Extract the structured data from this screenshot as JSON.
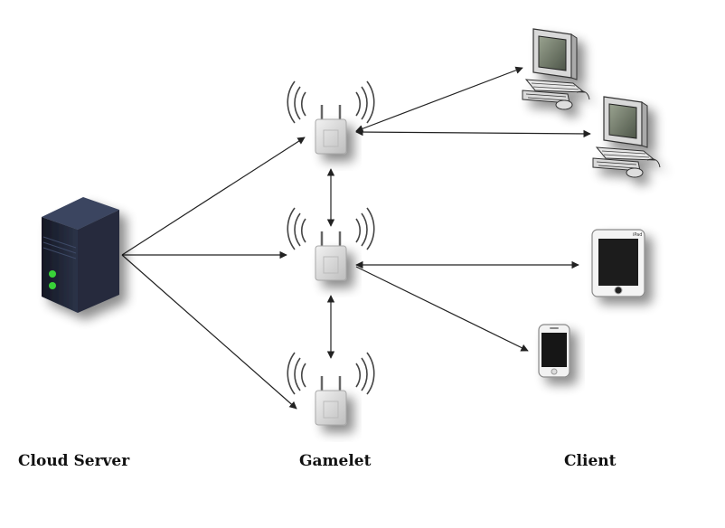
{
  "labels": {
    "server": "Cloud Server",
    "gamelet": "Gamelet",
    "client": "Client"
  },
  "icons": {
    "server": "server-icon",
    "gamelet": "wireless-access-point-icon",
    "desktop": "desktop-computer-icon",
    "tablet": "tablet-icon",
    "phone": "smartphone-icon"
  },
  "tablet_brand_text": "iPad",
  "colors": {
    "server_body": "#1b1f2e",
    "server_led": "#39d239",
    "gamelet_body": "#d9d9d9",
    "arrow": "#222222",
    "text": "#111111"
  }
}
